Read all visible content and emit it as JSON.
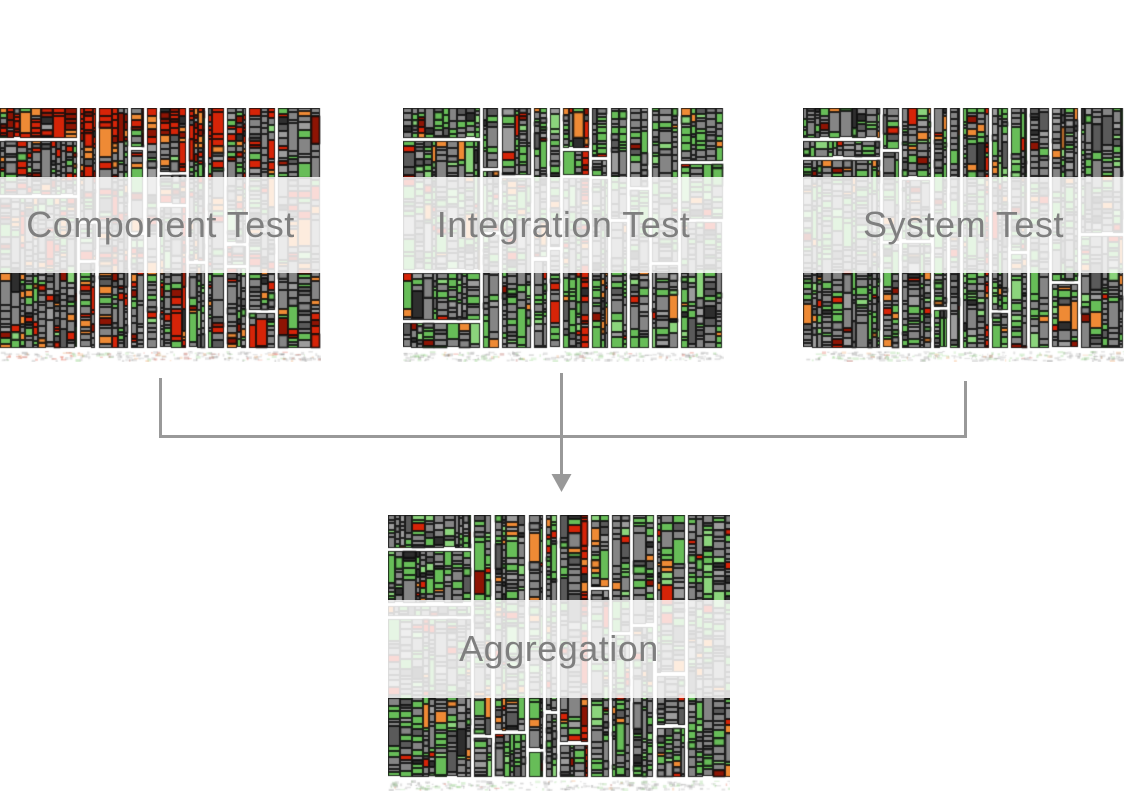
{
  "figure": {
    "kind": "treemap-aggregation-diagram",
    "background": "#ffffff"
  },
  "panels": [
    {
      "id": "component-test",
      "label": "Component Test"
    },
    {
      "id": "integration-test",
      "label": "Integration Test"
    },
    {
      "id": "system-test",
      "label": "System Test"
    },
    {
      "id": "aggregation",
      "label": "Aggregation"
    }
  ],
  "connector": {
    "color": "#999999",
    "direction": "down",
    "meaning": "three test treemaps merge into aggregation treemap"
  },
  "treemap_style": {
    "band_overlay": "rgba(255,255,255,0.84)",
    "label_color": "#7f7f7f",
    "gap_color": "#ffffff",
    "cell_border": "rgba(12,12,12,0.85)",
    "palette": {
      "gray": "#858585",
      "gray2": "#9c9c9c",
      "darkgray": "#5a5a5a",
      "green": "#67bd58",
      "green2": "#8bd47c",
      "red": "#d62408",
      "darkred": "#8e1404",
      "orange": "#ee8a35",
      "dark": "#2e2e2e"
    },
    "group_fractions": [
      0.25,
      0.06,
      0.1,
      0.05,
      0.04,
      0.09,
      0.06,
      0.06,
      0.07,
      0.09,
      0.13
    ],
    "mix": {
      "component": {
        "gray": 44,
        "gray2": 8,
        "darkgray": 6,
        "green": 12,
        "green2": 3,
        "red": 12,
        "darkred": 3,
        "orange": 9,
        "dark": 3
      },
      "integration": {
        "gray": 42,
        "gray2": 8,
        "darkgray": 7,
        "green": 24,
        "green2": 6,
        "red": 3,
        "darkred": 1,
        "orange": 4,
        "dark": 3
      },
      "system": {
        "gray": 44,
        "gray2": 8,
        "darkgray": 7,
        "green": 22,
        "green2": 5,
        "red": 2,
        "darkred": 1,
        "orange": 5,
        "dark": 3
      },
      "aggregation": {
        "gray": 43,
        "gray2": 8,
        "darkgray": 7,
        "green": 23,
        "green2": 5,
        "red": 3,
        "darkred": 1,
        "orange": 4,
        "dark": 3
      },
      "red_hotspot": {
        "gray": 10,
        "gray2": 2,
        "darkgray": 4,
        "green": 4,
        "green2": 1,
        "red": 50,
        "darkred": 16,
        "orange": 10,
        "dark": 4
      }
    }
  }
}
